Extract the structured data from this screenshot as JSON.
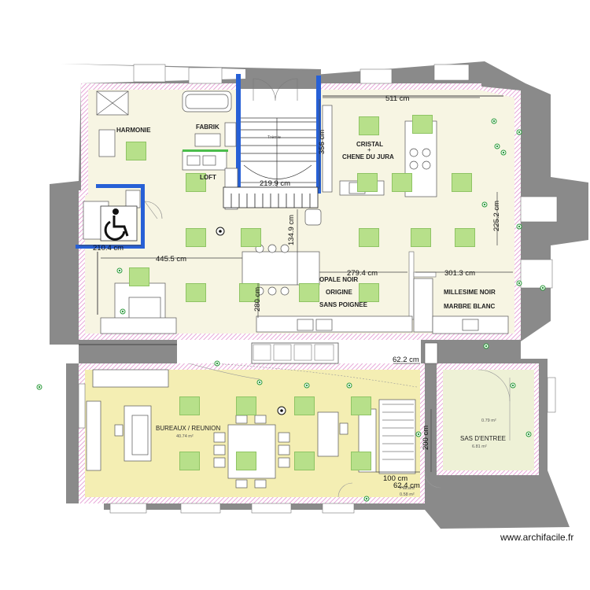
{
  "rooms": {
    "harmonie": "HARMONIE",
    "fabrik": "FABRIK",
    "loft": "LOFT",
    "cristal": "CRISTAL",
    "plus": "+",
    "chene": "CHENE DU JURA",
    "opale_noir": "OPALE NOIR",
    "origine": "ORIGINE",
    "sans_poignee": "SANS POIGNEE",
    "millesime": "MILLESIME NOIR",
    "marbre": "MARBRE BLANC",
    "bureaux": "BUREAUX / REUNION",
    "bureaux_area": "40.74 m²",
    "sas": "SAS D'ENTREE",
    "sas_area": "6.81 m²",
    "sas_small": "0.79 m²",
    "placard": "Placard",
    "placard_area": "0.58 m²",
    "stair": "Trémie"
  },
  "dimensions": {
    "d511": "511 cm",
    "d356": "356 cm",
    "d2199": "219.9 cm",
    "d2104": "210.4 cm",
    "d4455": "445.5 cm",
    "d1349": "134.9 cm",
    "d2794": "279.4 cm",
    "d3013": "301.3 cm",
    "d2252": "225.2 cm",
    "d280": "280 cm",
    "d622a": "62.2 cm",
    "d200": "200 cm",
    "d100": "100 cm",
    "d624": "62.4 cm"
  },
  "watermark": "www.archifacile.fr",
  "colors": {
    "wall": "#8a8a8a",
    "floor_upper": "#f7f5e3",
    "floor_office": "#f4eeb3",
    "floor_sas": "#eef1d6",
    "hatch": "#e7a8d8",
    "blue_wall": "#2760d6",
    "green_block": "#b7e08a"
  }
}
